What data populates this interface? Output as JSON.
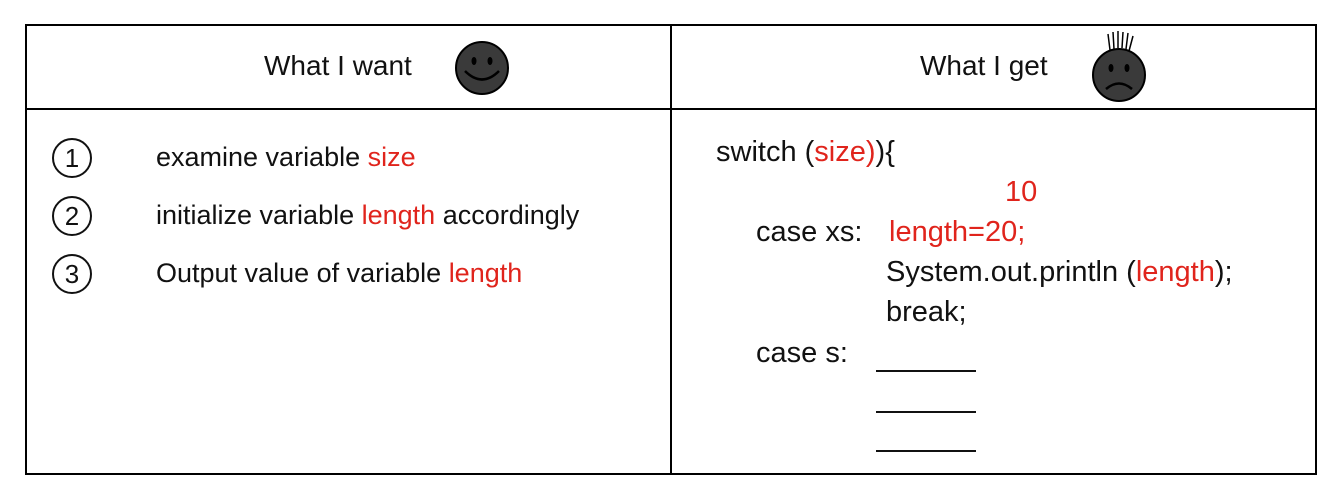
{
  "left_header": {
    "title": "What I want",
    "icon": "smiley-face"
  },
  "right_header": {
    "title": "What I get",
    "icon": "frowning-face"
  },
  "steps": [
    {
      "number": "1",
      "prefix": "examine variable ",
      "highlight": "size",
      "suffix": ""
    },
    {
      "number": "2",
      "prefix": "initialize variable ",
      "highlight": "length",
      "suffix": " accordingly"
    },
    {
      "number": "3",
      "prefix": "Output value of variable ",
      "highlight": "length",
      "suffix": ""
    }
  ],
  "code": {
    "switch_kw": "switch (",
    "switch_var": "size)",
    "switch_end": "){",
    "value_10": "10",
    "case1_label": "case xs:",
    "case1_assign": "length=20;",
    "print_prefix": "System.out.println (",
    "print_var": "length",
    "print_suffix": ");",
    "break_kw": "break;",
    "case2_label": "case  s:"
  },
  "colors": {
    "highlight": "#e0241c",
    "face": "#3a3a3a"
  }
}
